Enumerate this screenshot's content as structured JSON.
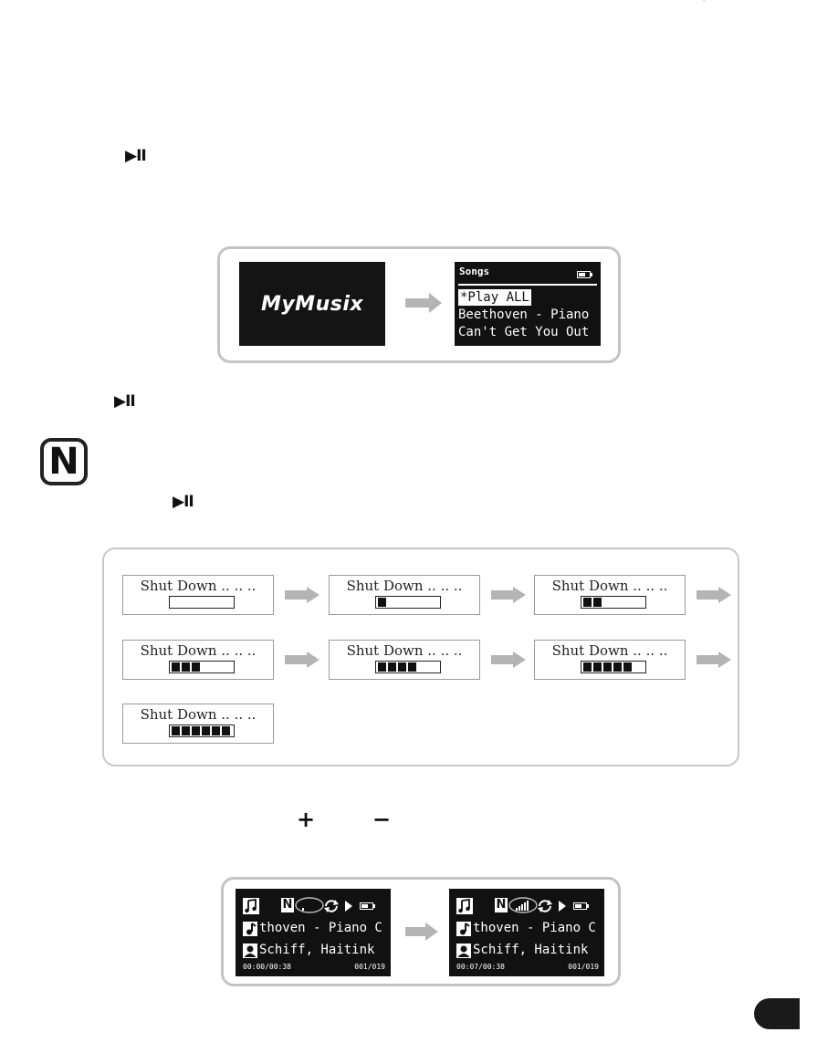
{
  "glyphs": {
    "play_pause": "▶II",
    "plus": "+",
    "minus": "−"
  },
  "boot_screen": {
    "logo": "MyMusix"
  },
  "menu_screen": {
    "header": "Songs",
    "items": [
      "*Play ALL",
      "Beethoven - Piano",
      "Can't Get You Out"
    ]
  },
  "note_icon": {
    "letter": "N"
  },
  "shutdown": {
    "label": "Shut Down .. .. ..",
    "frames": [
      {
        "filled": 0
      },
      {
        "filled": 1
      },
      {
        "filled": 2
      },
      {
        "filled": 3
      },
      {
        "filled": 4
      },
      {
        "filled": 5
      },
      {
        "filled": 6
      }
    ],
    "total_segments": 6
  },
  "player_screens": [
    {
      "n_label": "N",
      "volume_level": 1,
      "track": "thoven - Piano C",
      "artist": "Schiff, Haitink",
      "time": "00:00/00:38",
      "track_no": "001/019"
    },
    {
      "n_label": "N",
      "volume_level": 5,
      "track": "thoven - Piano C",
      "artist": "Schiff, Haitink",
      "time": "00:07/00:38",
      "track_no": "001/019"
    }
  ],
  "colors": {
    "screen_bg": "#111111",
    "frame_border": "#c4c4c4",
    "arrow": "#b4b4b4"
  }
}
